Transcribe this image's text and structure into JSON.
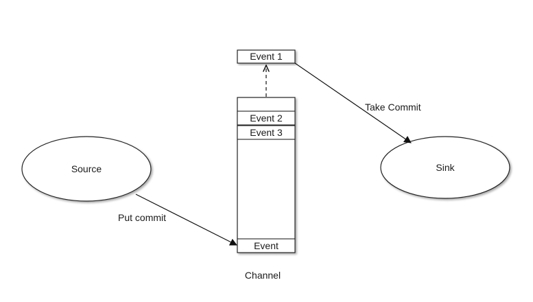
{
  "diagram": {
    "source": {
      "label": "Source"
    },
    "sink": {
      "label": "Sink"
    },
    "channel": {
      "label": "Channel",
      "slot_event2": "Event 2",
      "slot_event3": "Event 3",
      "slot_bottom": "Event"
    },
    "event1": {
      "label": "Event 1"
    },
    "put_commit": {
      "label": "Put commit"
    },
    "take_commit": {
      "label": "Take Commit"
    }
  }
}
